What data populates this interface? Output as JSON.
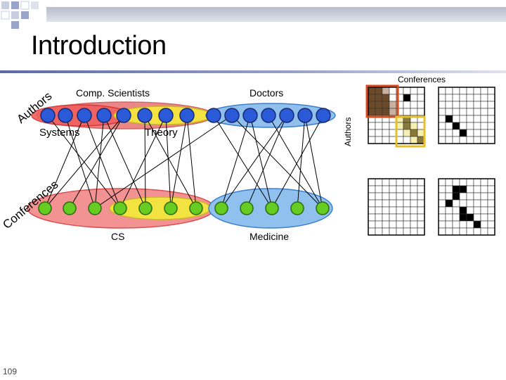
{
  "slide": {
    "title": "Introduction",
    "page_number": "109"
  },
  "diagram": {
    "author_axis": "Authors",
    "conference_axis": "Conferences",
    "author_groups": {
      "comp_scientists": "Comp. Scientists",
      "doctors": "Doctors",
      "systems": "Systems",
      "theory": "Theory"
    },
    "conference_groups": {
      "cs": "CS",
      "medicine": "Medicine"
    },
    "colors": {
      "red_group": "#e83a3a",
      "yellow_group": "#f4ec38",
      "blue_group": "#4a90e0",
      "author_node": "#2a5ad8",
      "conference_node": "#66cc22"
    }
  },
  "matrix": {
    "top_label": "Conferences",
    "side_label": "Authors",
    "highlight_colors": {
      "red": "#d44b1c",
      "yellow": "#e4c02a",
      "dark_fill": "#6b4a2a",
      "olive_fill": "#8a7a3a"
    }
  }
}
